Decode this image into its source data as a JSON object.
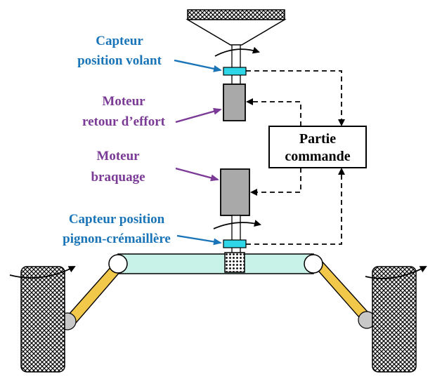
{
  "labels": {
    "capteur_volant_line1": "Capteur",
    "capteur_volant_line2": "position volant",
    "moteur_retour_line1": "Moteur",
    "moteur_retour_line2": "retour d’effort",
    "moteur_braquage_line1": "Moteur",
    "moteur_braquage_line2": "braquage",
    "capteur_pignon_line1": "Capteur position",
    "capteur_pignon_line2": "pignon-crémaillère",
    "partie_commande_line1": "Partie",
    "partie_commande_line2": "commande"
  },
  "colors": {
    "blue_label": "#1a74b8",
    "purple_label": "#7a3a96",
    "sensor_cyan": "#2fd6e8",
    "motor_gray": "#a9a9a9",
    "rack_fill": "#c8f2e8",
    "arm_yellow": "#f2c84a"
  }
}
